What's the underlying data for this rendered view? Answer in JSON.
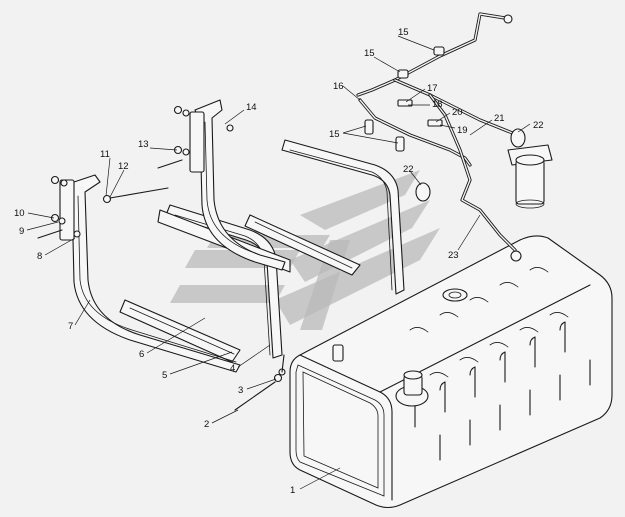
{
  "callouts": [
    {
      "id": "c1",
      "text": "1"
    },
    {
      "id": "c2",
      "text": "2"
    },
    {
      "id": "c3",
      "text": "3"
    },
    {
      "id": "c4",
      "text": "4"
    },
    {
      "id": "c5",
      "text": "5"
    },
    {
      "id": "c6",
      "text": "6"
    },
    {
      "id": "c7",
      "text": "7"
    },
    {
      "id": "c8",
      "text": "8"
    },
    {
      "id": "c9",
      "text": "9"
    },
    {
      "id": "c10",
      "text": "10"
    },
    {
      "id": "c11",
      "text": "11"
    },
    {
      "id": "c12",
      "text": "12"
    },
    {
      "id": "c13",
      "text": "13"
    },
    {
      "id": "c14",
      "text": "14"
    },
    {
      "id": "c15a",
      "text": "15"
    },
    {
      "id": "c15b",
      "text": "15"
    },
    {
      "id": "c15c",
      "text": "15"
    },
    {
      "id": "c16",
      "text": "16"
    },
    {
      "id": "c17",
      "text": "17"
    },
    {
      "id": "c18",
      "text": "18"
    },
    {
      "id": "c19",
      "text": "19"
    },
    {
      "id": "c20",
      "text": "20"
    },
    {
      "id": "c21",
      "text": "21"
    },
    {
      "id": "c22a",
      "text": "22"
    },
    {
      "id": "c22b",
      "text": "22"
    },
    {
      "id": "c23",
      "text": "23"
    }
  ],
  "colors": {
    "line": "#1a1a1a",
    "background": "#f2f2f2",
    "watermark": "#b9b9b9"
  }
}
